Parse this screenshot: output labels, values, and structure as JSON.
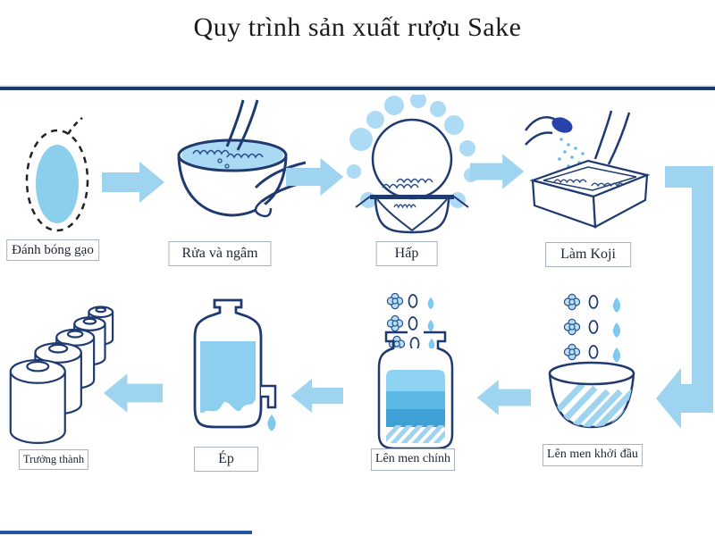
{
  "title": "Quy trình sản xuất rượu Sake",
  "steps": {
    "top_row": [
      {
        "label": "Đánh bóng gạo",
        "icon": "rice-grain-icon"
      },
      {
        "label": "Rửa và ngâm",
        "icon": "wash-bowl-icon"
      },
      {
        "label": "Hấp",
        "icon": "steam-pot-icon"
      },
      {
        "label": "Làm Koji",
        "icon": "koji-tray-icon"
      }
    ],
    "bottom_row": [
      {
        "label": "Lên men khởi đầu",
        "icon": "starter-ferment-tub-icon"
      },
      {
        "label": "Lên men chính",
        "icon": "main-ferment-jar-icon"
      },
      {
        "label": "Ép",
        "icon": "press-jug-icon"
      },
      {
        "label": "Trưởng thành",
        "icon": "maturing-barrels-icon"
      }
    ]
  },
  "flow": "top row left-to-right, corner down at right, bottom row right-to-left",
  "colors": {
    "arrow_blue": "#9fd4f0",
    "outline_navy": "#1f3a70",
    "light_fill": "#8ccfed",
    "steam_blue": "#addaf4",
    "divider_navy": "#1e3a6b",
    "divider_light": "#cfe7f8",
    "koji_hand_blue": "#2742a8",
    "jar_layers": [
      "#8ed3f2",
      "#5cb9e5",
      "#3fa0d6"
    ],
    "bottom_accent": "#2456a4"
  }
}
